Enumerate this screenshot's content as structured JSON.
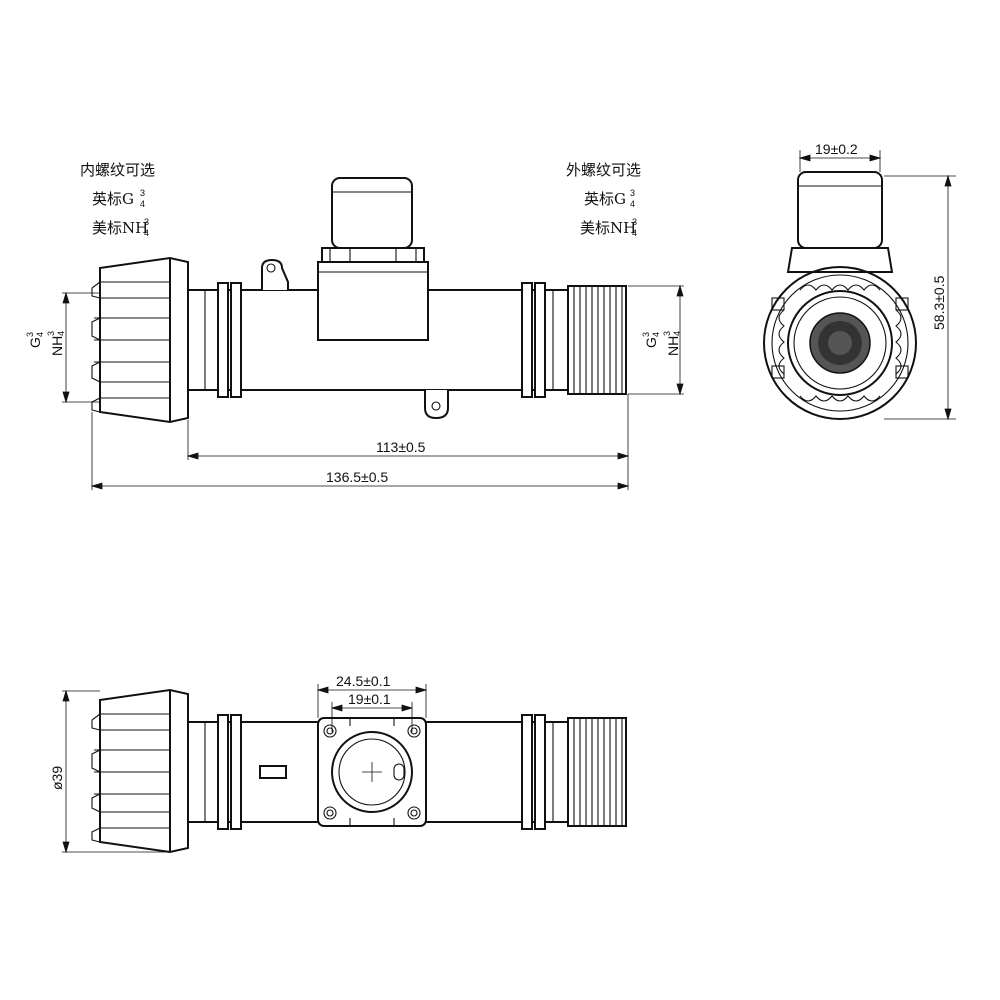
{
  "notes": {
    "left": {
      "line1": "内螺纹可选",
      "line2_prefix": "英标G",
      "line3_prefix": "美标NH",
      "fraction_num": "3",
      "fraction_den": "4"
    },
    "right": {
      "line1": "外螺纹可选",
      "line2_prefix": "英标G",
      "line3_prefix": "美标NH",
      "fraction_num": "3",
      "fraction_den": "4"
    }
  },
  "thread_labels": {
    "g": "G",
    "nh": "NH",
    "fraction_num": "3",
    "fraction_den": "4"
  },
  "dimensions": {
    "length_body": "113±0.5",
    "length_total": "136.5±0.5",
    "side_width": "19±0.2",
    "side_height": "58.3±0.5",
    "top_width_outer": "24.5±0.1",
    "top_width_inner": "19±0.1",
    "diameter": "ø39"
  }
}
